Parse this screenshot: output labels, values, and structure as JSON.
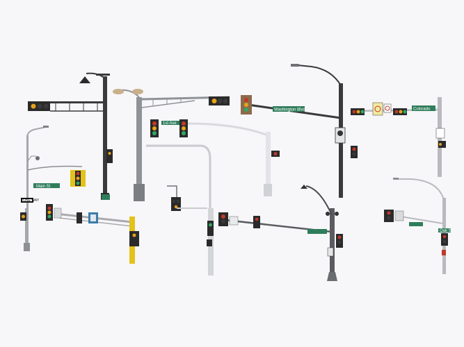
{
  "scene": {
    "description_items": [
      {
        "name": "streetlight-with-signal-arm-black"
      },
      {
        "name": "traffic-signal-mast-arm-gray-ornate"
      },
      {
        "name": "streetlight-with-signal-arm-dark"
      },
      {
        "name": "traffic-signal-mast-arm-span-wire"
      },
      {
        "name": "streetlight-white-short"
      },
      {
        "name": "traffic-signal-mast-arm-yellow"
      },
      {
        "name": "streetlight-gray-bent"
      },
      {
        "name": "traffic-signal-ornate-black-post"
      },
      {
        "name": "traffic-signal-mast-arm-silver"
      }
    ],
    "signs": {
      "washington_sign": "Washington Blvd",
      "colorado_sign": "Colorado",
      "street_sign_small": "Main St",
      "street_sign_mid": "1st Ave",
      "oneway_sign": "ONE WAY",
      "street_sign_right": "Oak St"
    },
    "colors": {
      "pole_dark": "#3a3a3a",
      "pole_gray": "#9a9ca0",
      "pole_light": "#d8dadd",
      "signal_housing": "#2a2a2a",
      "signal_yellow": "#e3c21b",
      "sign_green": "#2f7d5b",
      "light_red": "#c0392b",
      "light_amber": "#e6a31a",
      "light_green": "#2ea866",
      "background": "#f7f6f9"
    }
  }
}
